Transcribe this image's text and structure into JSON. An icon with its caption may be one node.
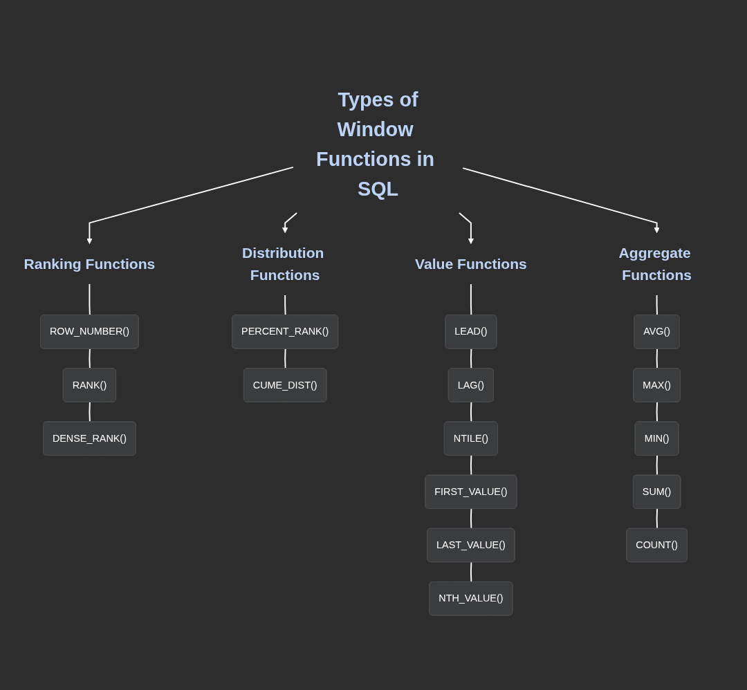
{
  "diagram": {
    "nodes": [
      {
        "text": [
          "Types of",
          "Window Functions in SQL"
        ]
      },
      {
        "text": [
          "Ranking Functions"
        ]
      },
      {
        "text": [
          "ROW_NUMBER()"
        ]
      },
      {
        "text": [
          "RANK()"
        ]
      },
      {
        "text": [
          "DENSE_RANK()"
        ]
      },
      {
        "text": [
          "Distribution Functions"
        ]
      },
      {
        "text": [
          "PERCENT_RANK()"
        ]
      },
      {
        "text": [
          "CUME_DIST()"
        ]
      },
      {
        "text": [
          "Value Functions"
        ]
      },
      {
        "text": [
          "LEAD()"
        ]
      },
      {
        "text": [
          "LAG()"
        ]
      },
      {
        "text": [
          "NTILE()"
        ]
      },
      {
        "text": [
          "FIRST_VALUE()"
        ]
      },
      {
        "text": [
          "LAST_VALUE()"
        ]
      },
      {
        "text": [
          "NTH_VALUE()"
        ]
      },
      {
        "text": [
          "Aggregate Functions"
        ]
      },
      {
        "text": [
          "AVG()"
        ]
      },
      {
        "text": [
          "MAX()"
        ]
      },
      {
        "text": [
          "MIN()"
        ]
      },
      {
        "text": [
          "SUM()"
        ]
      },
      {
        "text": [
          "COUNT()"
        ]
      }
    ],
    "edges": [
      {
        "from": 0,
        "to": 1,
        "arrow": "to"
      },
      {
        "from": 0,
        "to": 5,
        "arrow": "to"
      },
      {
        "from": 0,
        "to": 8,
        "arrow": "to"
      },
      {
        "from": 0,
        "to": 15,
        "arrow": "to"
      },
      {
        "from": 1,
        "to": 2,
        "arrow": "none"
      },
      {
        "from": 2,
        "to": 3,
        "arrow": "none"
      },
      {
        "from": 3,
        "to": 4,
        "arrow": "none"
      },
      {
        "from": 5,
        "to": 6,
        "arrow": "none"
      },
      {
        "from": 6,
        "to": 7,
        "arrow": "none"
      },
      {
        "from": 8,
        "to": 9,
        "arrow": "none"
      },
      {
        "from": 9,
        "to": 10,
        "arrow": "none"
      },
      {
        "from": 10,
        "to": 11,
        "arrow": "none"
      },
      {
        "from": 11,
        "to": 12,
        "arrow": "none"
      },
      {
        "from": 12,
        "to": 13,
        "arrow": "none"
      },
      {
        "from": 13,
        "to": 14,
        "arrow": "none"
      },
      {
        "from": 15,
        "to": 16,
        "arrow": "none"
      },
      {
        "from": 16,
        "to": 17,
        "arrow": "none"
      },
      {
        "from": 17,
        "to": 18,
        "arrow": "none"
      },
      {
        "from": 18,
        "to": 19,
        "arrow": "none"
      },
      {
        "from": 19,
        "to": 20,
        "arrow": "none"
      }
    ]
  }
}
